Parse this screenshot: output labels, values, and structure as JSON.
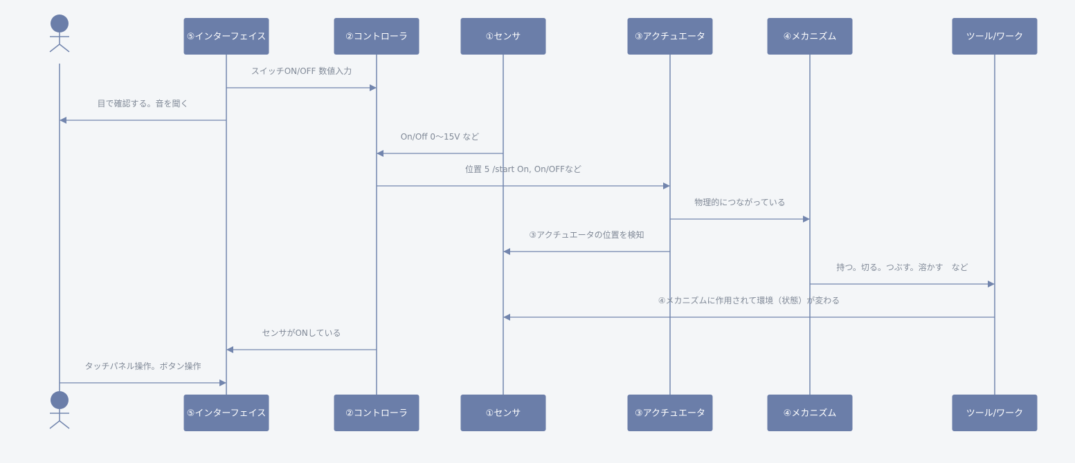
{
  "diagram": {
    "type": "sequence",
    "colors": {
      "background": "#f4f6f8",
      "participant_fill": "#6b7ea9",
      "line": "#7285ad",
      "message_text": "#7f8896",
      "participant_text": "#ffffff"
    },
    "actor": {
      "label": ""
    },
    "participants": [
      {
        "id": "interface",
        "label": "⑤インターフェイス"
      },
      {
        "id": "controller",
        "label": "②コントローラ"
      },
      {
        "id": "sensor",
        "label": "①センサ"
      },
      {
        "id": "actuator",
        "label": "③アクチュエータ"
      },
      {
        "id": "mechanism",
        "label": "④メカニズム"
      },
      {
        "id": "tool",
        "label": "ツール/ワーク"
      }
    ],
    "messages": [
      {
        "from": "interface",
        "to": "controller",
        "label": "スイッチON/OFF 数値入力"
      },
      {
        "from": "interface",
        "to": "actor",
        "label": "目で確認する。音を聞く"
      },
      {
        "from": "sensor",
        "to": "controller",
        "label": "On/Off 0～15V など"
      },
      {
        "from": "controller",
        "to": "actuator",
        "label": "位置 5 /start On, On/OFFなど"
      },
      {
        "from": "actuator",
        "to": "mechanism",
        "label": "物理的につながっている"
      },
      {
        "from": "actuator",
        "to": "sensor",
        "label": "③アクチュエータの位置を検知"
      },
      {
        "from": "mechanism",
        "to": "tool",
        "label": "持つ。切る。つぶす。溶かす　など"
      },
      {
        "from": "tool",
        "to": "sensor",
        "label": "④メカニズムに作用されて環境（状態）が変わる"
      },
      {
        "from": "controller",
        "to": "interface",
        "label": "センサがONしている"
      },
      {
        "from": "actor",
        "to": "interface",
        "label": "タッチパネル操作。ボタン操作"
      }
    ]
  }
}
